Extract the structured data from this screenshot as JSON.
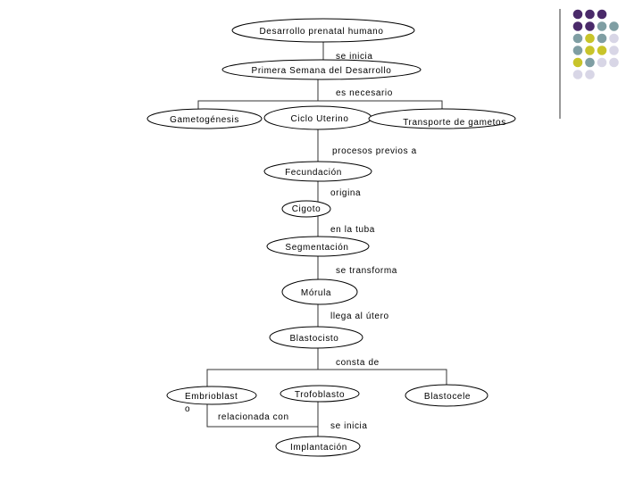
{
  "colors": {
    "purple": "#4a2a6a",
    "teal": "#7f9ea3",
    "olive": "#c8c42a",
    "lavender": "#d8d6e6",
    "divider": "#555555"
  },
  "decor_dots": [
    [
      "purple",
      "purple",
      "purple"
    ],
    [
      "purple",
      "purple",
      "teal",
      "teal"
    ],
    [
      "teal",
      "olive",
      "teal",
      "lavender"
    ],
    [
      "teal",
      "olive",
      "olive",
      "lavender"
    ],
    [
      "olive",
      "teal",
      "lavender",
      "lavender"
    ],
    [
      "lavender",
      "lavender"
    ]
  ],
  "nodes": {
    "root": "Desarrollo prenatal humano",
    "week1": "Primera Semana del Desarrollo",
    "gametogenesis": "Gametogénesis",
    "uterine_cycle": "Ciclo Uterino",
    "gamete_transport": "Transporte de gametos",
    "fertilization": "Fecundación",
    "zygote": "Cigoto",
    "segmentation": "Segmentación",
    "morula": "Mórula",
    "blastocyst": "Blastocisto",
    "embryoblast_line1": "Embrioblast",
    "embryoblast_line2": "o",
    "trophoblast": "Trofoblasto",
    "blastocoele": "Blastocele",
    "implantation": "Implantación"
  },
  "edges": {
    "starts": "se inicia",
    "requires": "es necesario",
    "prior_to": "procesos previos a",
    "originates": "origina",
    "in_tube": "en la tuba",
    "transforms": "se transforma",
    "reaches_uterus": "llega al útero",
    "consists_of": "consta de",
    "related_with": "relacionada con",
    "starts2": "se inicia"
  }
}
